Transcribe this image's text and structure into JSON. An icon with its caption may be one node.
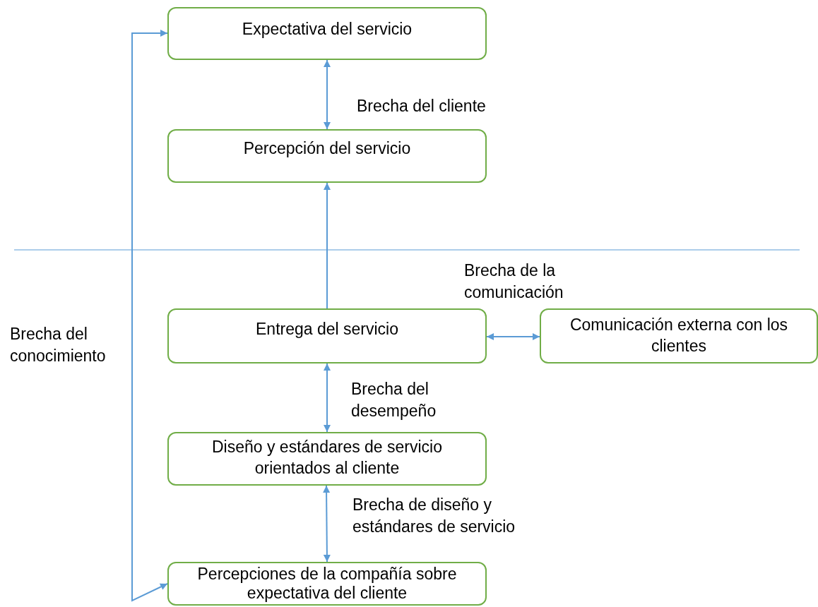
{
  "diagram": {
    "nodes": [
      {
        "text": [
          "Expectativa del servicio"
        ]
      },
      {
        "text": [
          "Percepción del servicio"
        ]
      },
      {
        "text": [
          "Entrega del servicio"
        ]
      },
      {
        "text": [
          "Comunicación externa con los clientes"
        ]
      },
      {
        "text": [
          "Diseño y estándares de servicio orientados al cliente"
        ]
      },
      {
        "text": [
          "Percepciones de la compañía sobre expectativa del cliente"
        ]
      }
    ],
    "edges": [
      {
        "from": 0,
        "to": 1,
        "arrow": "both",
        "label": "Brecha del cliente"
      },
      {
        "from": 2,
        "to": 1,
        "arrow": "to"
      },
      {
        "from": 2,
        "to": 3,
        "arrow": "both",
        "label": "Brecha de la comunicación"
      },
      {
        "from": 2,
        "to": 4,
        "arrow": "both",
        "label": "Brecha del desempeño"
      },
      {
        "from": 4,
        "to": 5,
        "arrow": "both",
        "label": "Brecha de diseño y estándares de servicio"
      },
      {
        "from": 5,
        "to": 0,
        "arrow": "both",
        "label": "Brecha del conocimiento"
      }
    ]
  }
}
